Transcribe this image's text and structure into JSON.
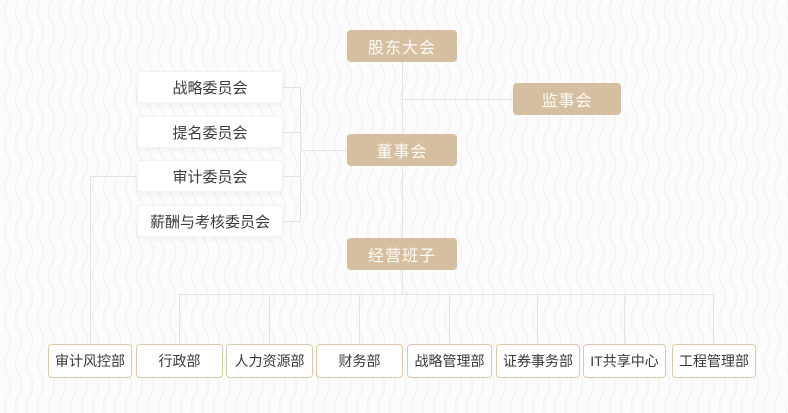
{
  "org_chart": {
    "top_nodes": {
      "shareholders_meeting": "股东大会",
      "supervisory_board": "监事会",
      "board_of_directors": "董事会",
      "management_team": "经营班子"
    },
    "committees": [
      {
        "label": "战略委员会"
      },
      {
        "label": "提名委员会"
      },
      {
        "label": "审计委员会"
      },
      {
        "label": "薪酬与考核委员会"
      }
    ],
    "departments": [
      {
        "label": "审计风控部"
      },
      {
        "label": "行政部"
      },
      {
        "label": "人力资源部"
      },
      {
        "label": "财务部"
      },
      {
        "label": "战略管理部"
      },
      {
        "label": "证券事务部"
      },
      {
        "label": "IT共享中心"
      },
      {
        "label": "工程管理部"
      }
    ],
    "colors": {
      "primary_node_bg": "#d5bfa0",
      "primary_node_text": "#fdfbf6",
      "department_border": "#ddc9ac",
      "connector_line": "#e3e3e3",
      "label_text": "#3c3c3c",
      "canvas_bg": "#fcfcfc",
      "wave_pattern": "#f1f1f1"
    }
  }
}
